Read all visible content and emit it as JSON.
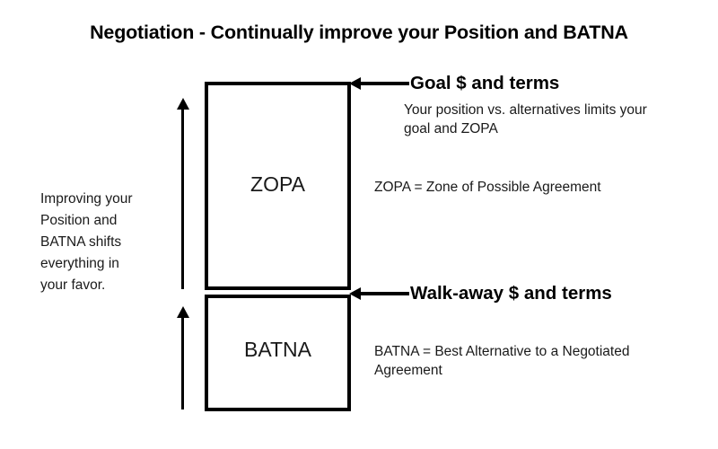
{
  "title": "Negotiation - Continually improve your Position and BATNA",
  "boxes": {
    "zopa_label": "ZOPA",
    "batna_label": "BATNA"
  },
  "left_note": {
    "lines": [
      "Improving your",
      "Position and",
      "BATNA shifts",
      "everything in",
      "your favor."
    ]
  },
  "callouts": {
    "goal": {
      "heading": "Goal $ and terms",
      "body": "Your position vs. alternatives limits your goal and ZOPA"
    },
    "walkaway": {
      "heading": "Walk-away $ and terms"
    }
  },
  "definitions": {
    "zopa": "ZOPA = Zone of Possible Agreement",
    "batna": "BATNA = Best Alternative to a Negotiated Agreement"
  },
  "icons": {
    "arrow_up": "arrow-up-icon",
    "arrow_left": "arrow-left-icon"
  },
  "colors": {
    "background": "#ffffff",
    "stroke": "#000000",
    "text": "#1a1a1a"
  }
}
